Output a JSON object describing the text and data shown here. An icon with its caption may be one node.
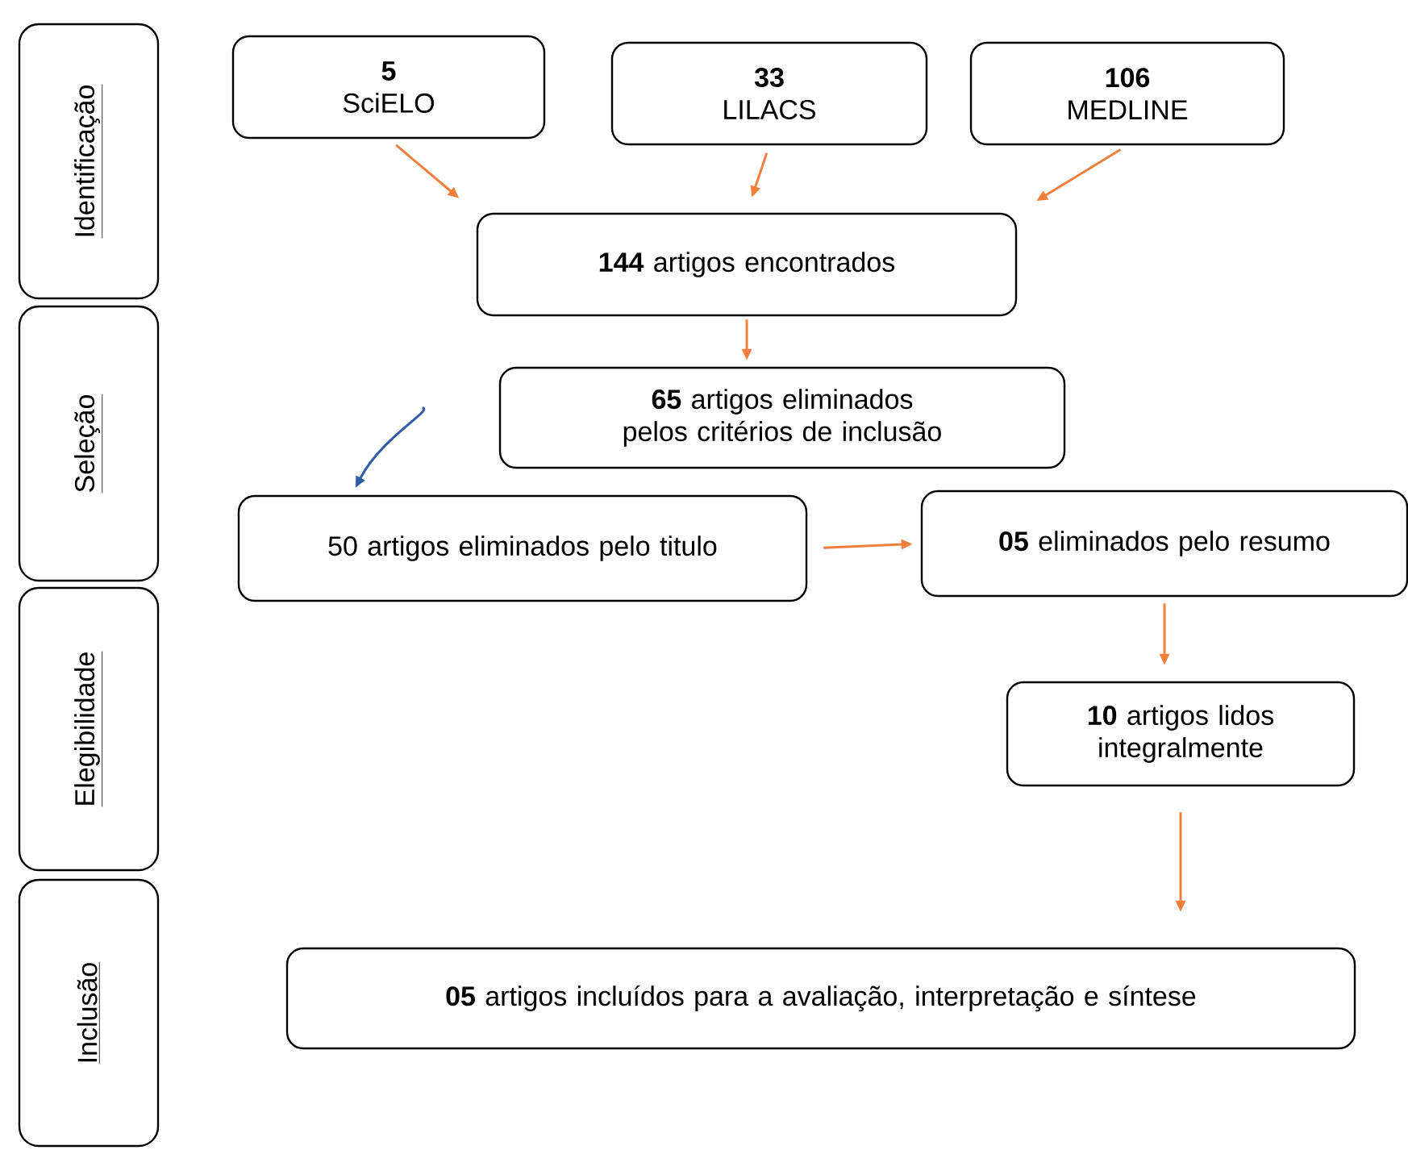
{
  "diagram": {
    "nodes": [
      {
        "text": [
          "Identificação"
        ]
      },
      {
        "text": [
          "Seleção"
        ]
      },
      {
        "text": [
          "Elegibilidade"
        ]
      },
      {
        "text": [
          "Inclusão"
        ]
      },
      {
        "text": [
          "5",
          "SciELO"
        ]
      },
      {
        "text": [
          "33",
          "LILACS"
        ]
      },
      {
        "text": [
          "106",
          "MEDLINE"
        ]
      },
      {
        "text": [
          "**144** artigos encontrados"
        ]
      },
      {
        "text": [
          "**65** artigos eliminados pelos critérios de inclusão"
        ]
      },
      {
        "text": [
          "50 artigos eliminados pelo titulo"
        ]
      },
      {
        "text": [
          "**05** eliminados pelo resumo"
        ]
      },
      {
        "text": [
          "**10** artigos lidos integralmente"
        ]
      },
      {
        "text": [
          "**05** artigos incluídos para a avaliação, interpretação e síntese"
        ]
      }
    ],
    "edges": [
      {
        "from": 4,
        "to": 7,
        "arrow": "to"
      },
      {
        "from": 5,
        "to": 7,
        "arrow": "to"
      },
      {
        "from": 6,
        "to": 7,
        "arrow": "to"
      },
      {
        "from": 7,
        "to": 8,
        "arrow": "to"
      },
      {
        "from": 8,
        "to": 9,
        "arrow": "to",
        "color": "#2e5ea8"
      },
      {
        "from": 9,
        "to": 10,
        "arrow": "to"
      },
      {
        "from": 10,
        "to": 11,
        "arrow": "to"
      },
      {
        "from": 11,
        "to": 12,
        "arrow": "to"
      }
    ]
  }
}
